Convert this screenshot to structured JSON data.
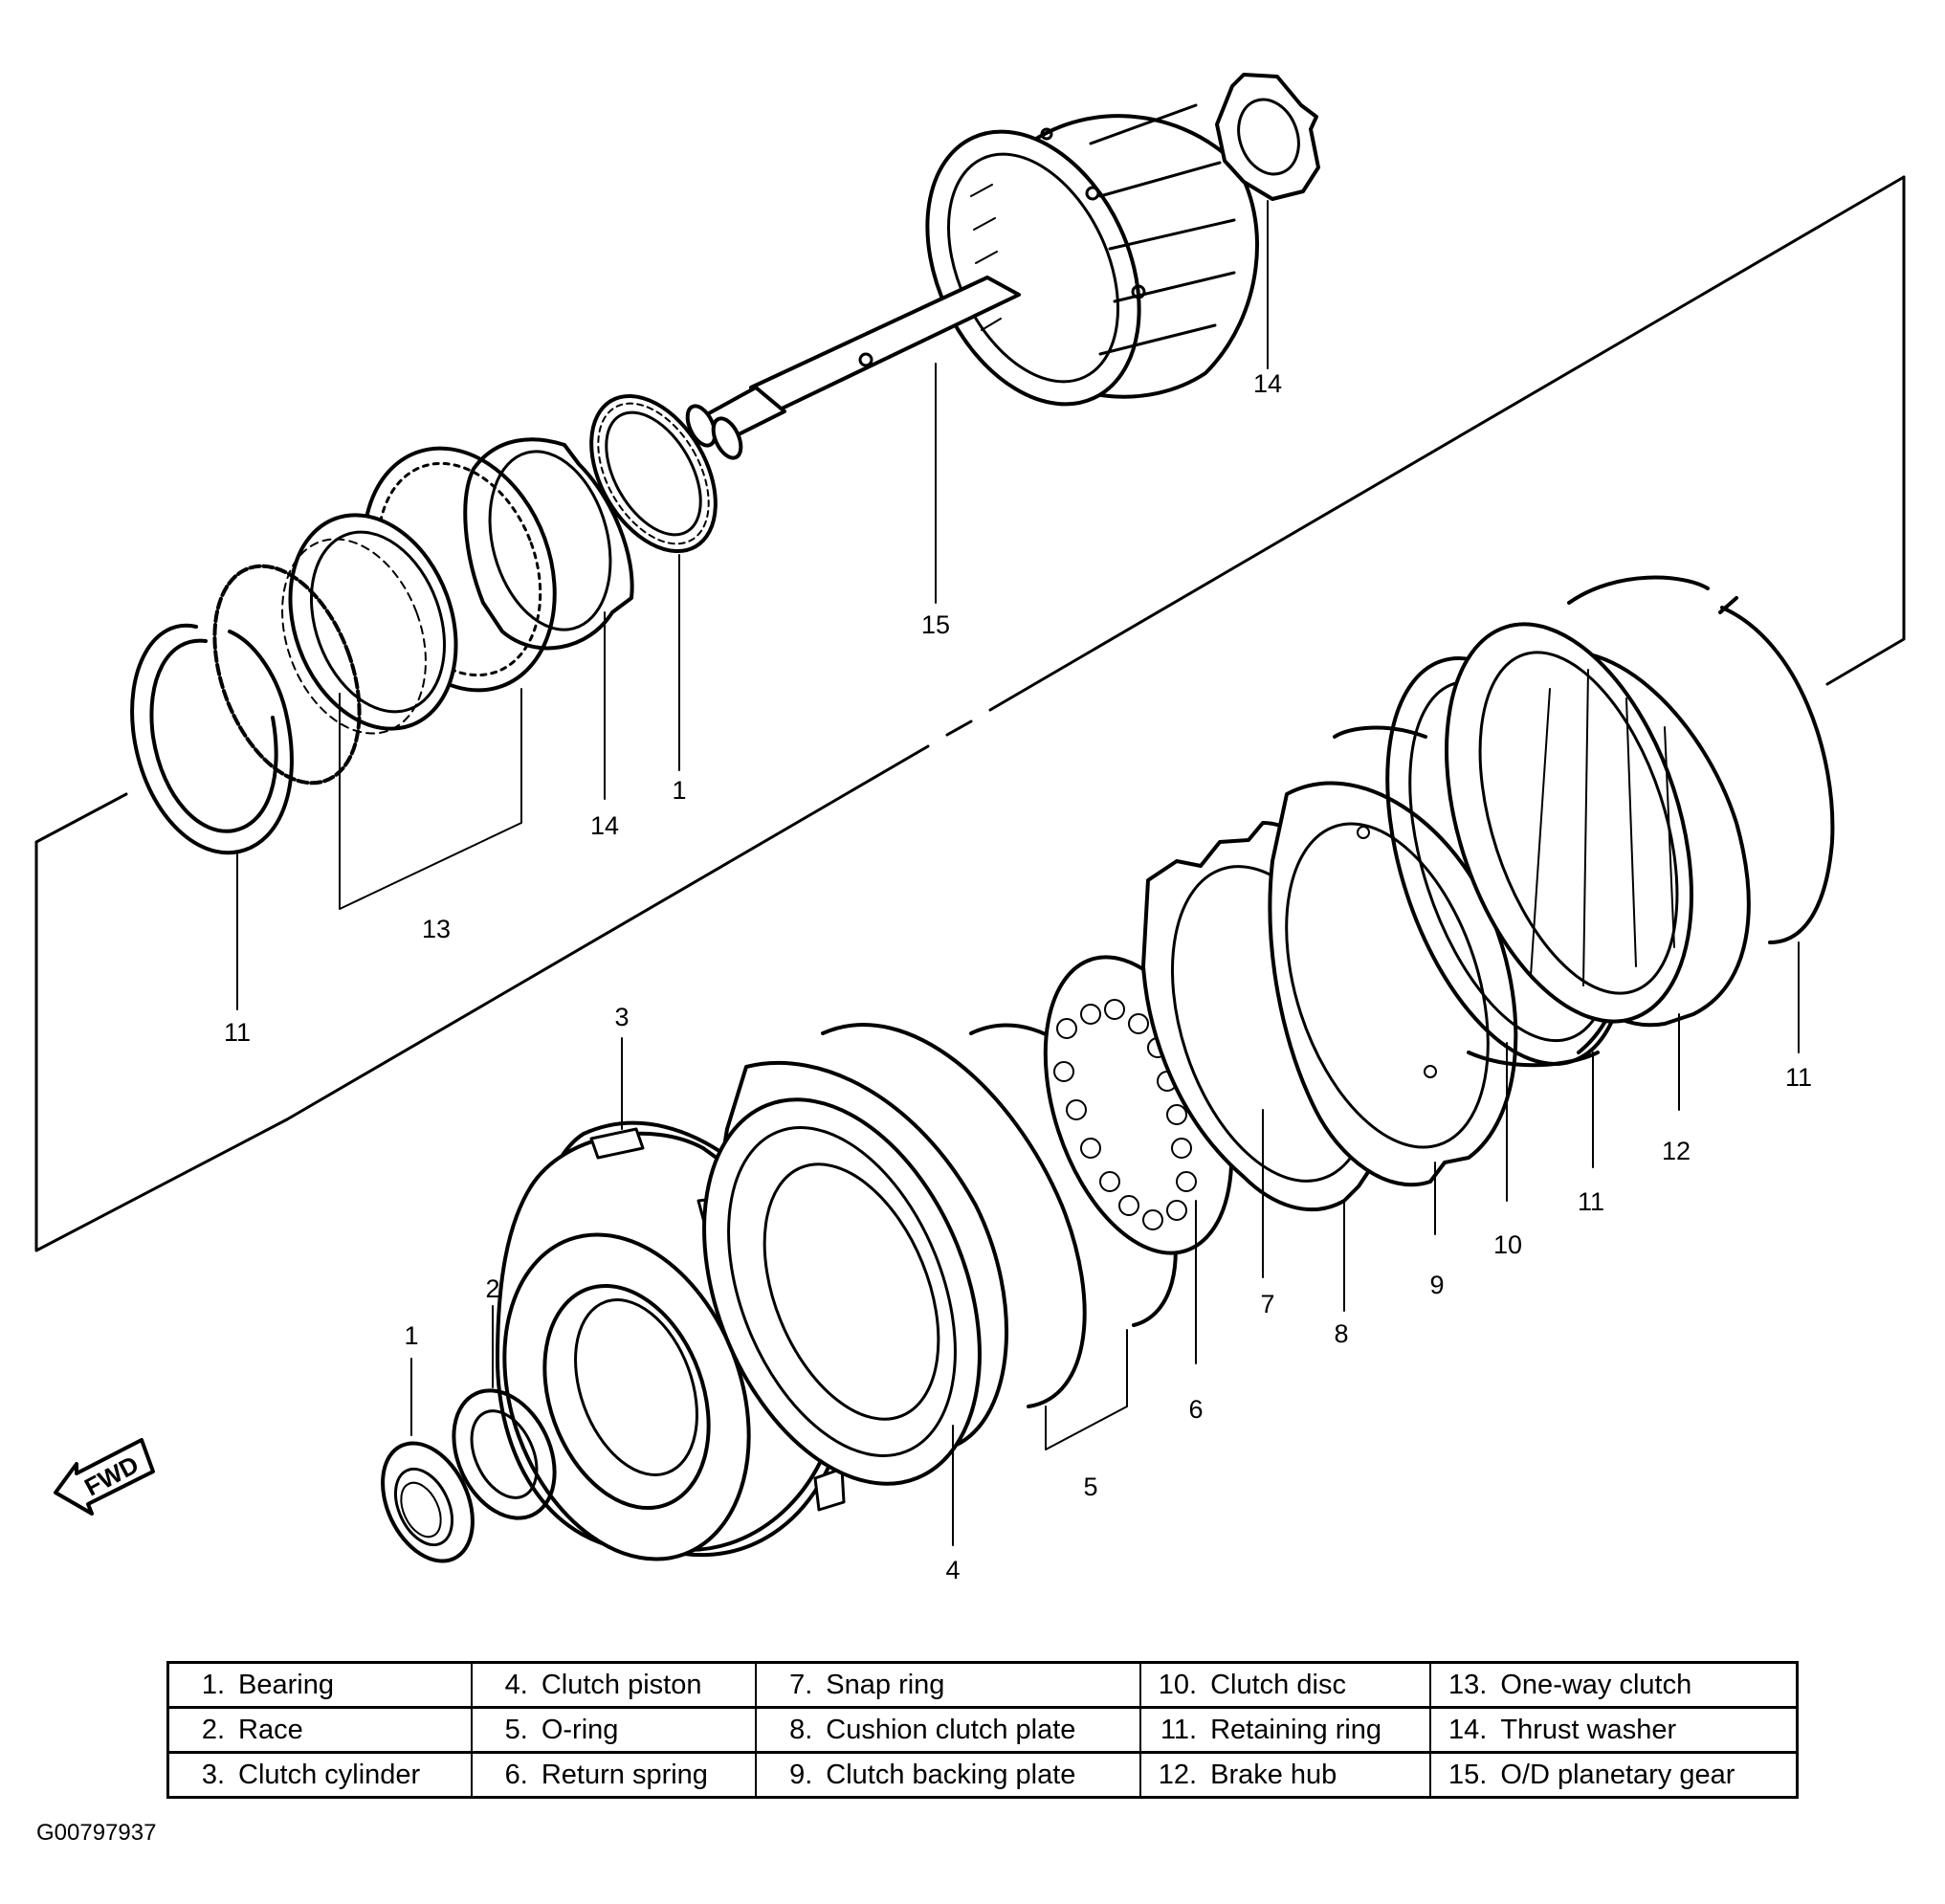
{
  "figure_id": "G00797937",
  "direction_label": "FWD",
  "callouts": {
    "c1_upper": "1",
    "c1_lower": "1",
    "c2": "2",
    "c3": "3",
    "c4": "4",
    "c5": "5",
    "c6": "6",
    "c7": "7",
    "c8": "8",
    "c9": "9",
    "c10": "10",
    "c11_left": "11",
    "c11_mid": "11",
    "c11_right": "11",
    "c12": "12",
    "c13": "13",
    "c14_upper": "14",
    "c14_left": "14",
    "c15": "15"
  },
  "legend": {
    "rows": [
      [
        {
          "num": "1.",
          "name": "Bearing"
        },
        {
          "num": "4.",
          "name": "Clutch piston"
        },
        {
          "num": "7.",
          "name": "Snap ring"
        },
        {
          "num": "10.",
          "name": "Clutch disc"
        },
        {
          "num": "13.",
          "name": "One-way clutch"
        }
      ],
      [
        {
          "num": "2.",
          "name": "Race"
        },
        {
          "num": "5.",
          "name": "O-ring"
        },
        {
          "num": "8.",
          "name": "Cushion clutch plate"
        },
        {
          "num": "11.",
          "name": "Retaining ring"
        },
        {
          "num": "14.",
          "name": "Thrust washer"
        }
      ],
      [
        {
          "num": "3.",
          "name": "Clutch cylinder"
        },
        {
          "num": "6.",
          "name": "Return spring"
        },
        {
          "num": "9.",
          "name": "Clutch backing plate"
        },
        {
          "num": "12.",
          "name": "Brake hub"
        },
        {
          "num": "15.",
          "name": "O/D planetary gear"
        }
      ]
    ]
  }
}
